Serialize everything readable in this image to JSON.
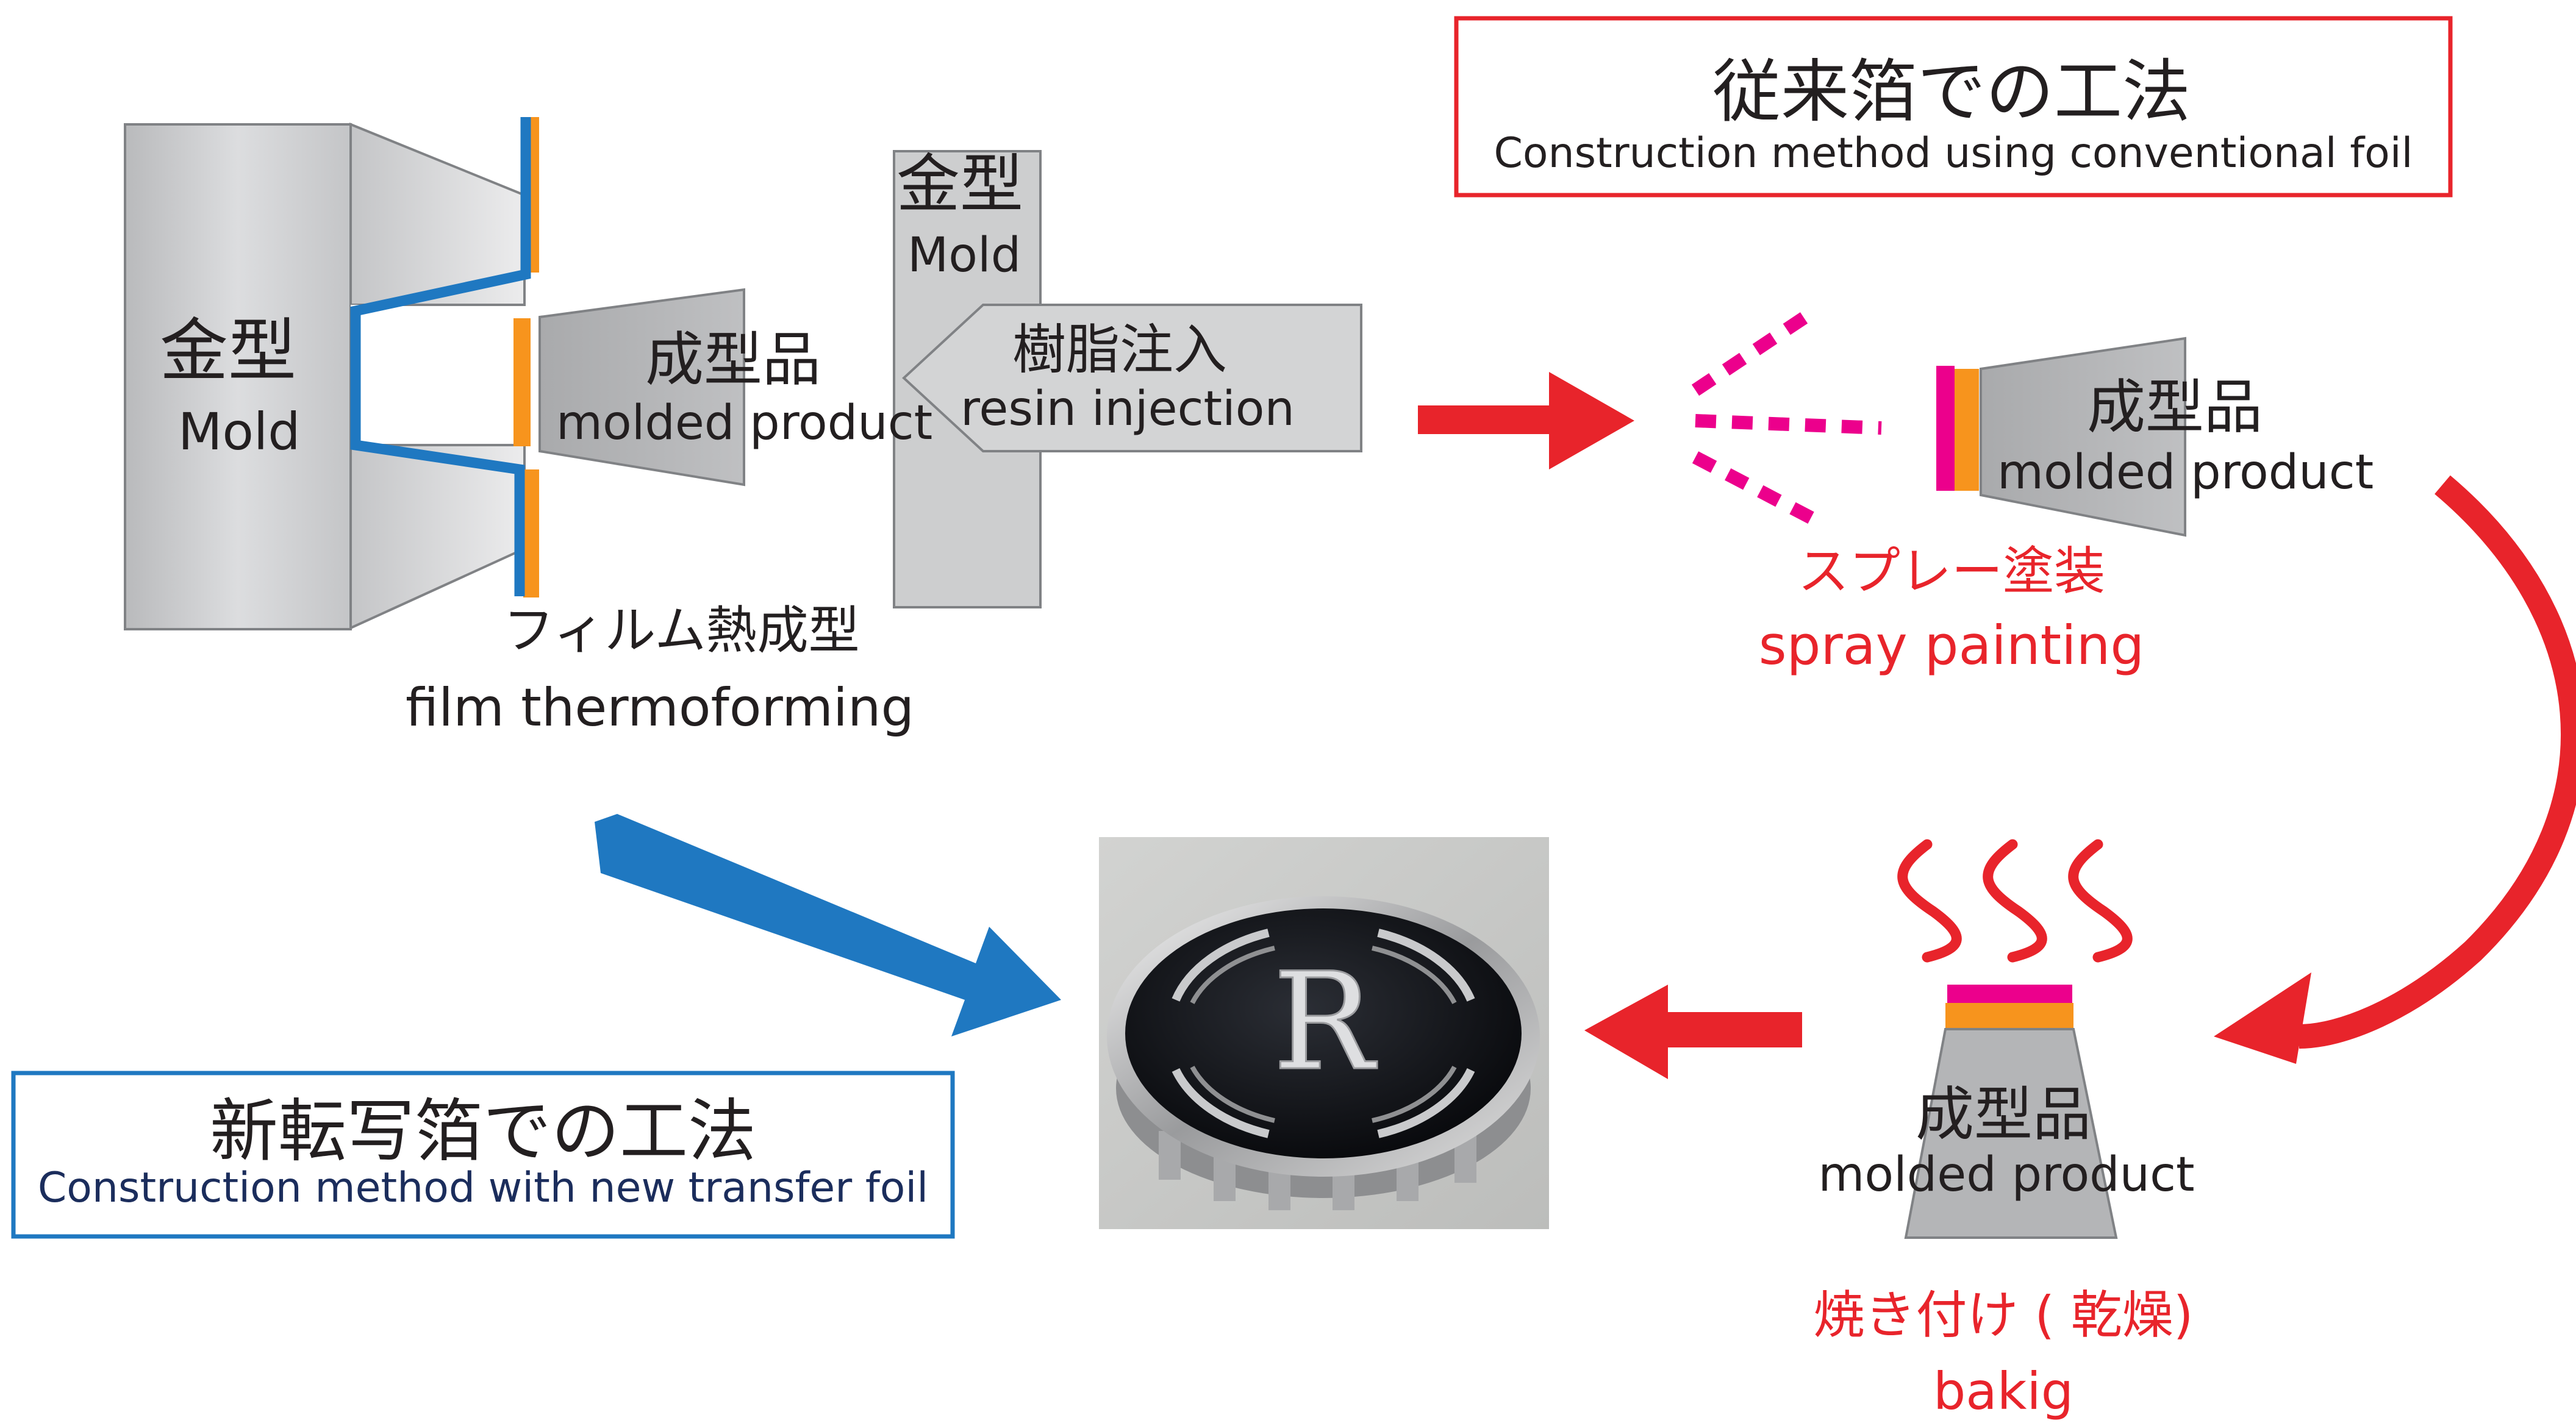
{
  "colors": {
    "mold_gray": "#c8c9ca",
    "film_blue": "#1f78c1",
    "foil_orange": "#f7941d",
    "paint_magenta": "#ec008c",
    "arrow_red": "#e8242b",
    "box_red": "#e8242b",
    "box_blue": "#1f78c1",
    "caption_red": "#e8242b",
    "caption_navy": "#1b2d5c"
  },
  "conventional": {
    "title_jp": "従来箔での工法",
    "title_en": "Construction method using conventional foil"
  },
  "new_method": {
    "title_jp": "新転写箔での工法",
    "title_en": "Construction method with new transfer foil"
  },
  "mold_left": {
    "jp": "金型",
    "en": "Mold"
  },
  "molded_product_1": {
    "jp": "成型品",
    "en": "molded product"
  },
  "mold_right": {
    "jp": "金型",
    "en": "Mold"
  },
  "resin_injection": {
    "jp": "樹脂注入",
    "en": "resin injection"
  },
  "film_thermoforming": {
    "jp": "フィルム熱成型",
    "en": "film thermoforming"
  },
  "molded_product_2": {
    "jp": "成型品",
    "en": "molded product"
  },
  "spray_painting": {
    "jp": "スプレー塗装",
    "en": "spray painting"
  },
  "molded_product_3": {
    "jp": "成型品",
    "en": "molded product"
  },
  "baking": {
    "jp": "焼き付け ( 乾燥)",
    "en": "bakig"
  },
  "product_photo": {
    "emblem_letter": "R",
    "icon": "wheel-cap-emblem"
  }
}
